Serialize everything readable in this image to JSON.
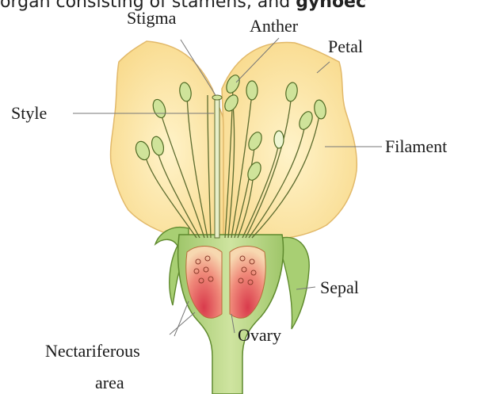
{
  "caption": {
    "text": "organ consisting of stamens, and ",
    "bold": "gynoec"
  },
  "labels": {
    "stigma": "Stigma",
    "anther": "Anther",
    "petal": "Petal",
    "style": "Style",
    "filament": "Filament",
    "sepal": "Sepal",
    "ovary": "Ovary",
    "nectariferous_line1": "Nectariferous",
    "nectariferous_line2": "area"
  },
  "colors": {
    "petal_fill": "#fde7a6",
    "petal_stroke": "#e2b96a",
    "filament_stroke": "#5c6b2e",
    "anther_fill": "#cfe39a",
    "green_fill": "#bfd98a",
    "green_dark": "#5f8a2e",
    "ovary_fill": "#f2d7a0",
    "nectar_red": "#d93b4c",
    "leader": "#777777"
  }
}
